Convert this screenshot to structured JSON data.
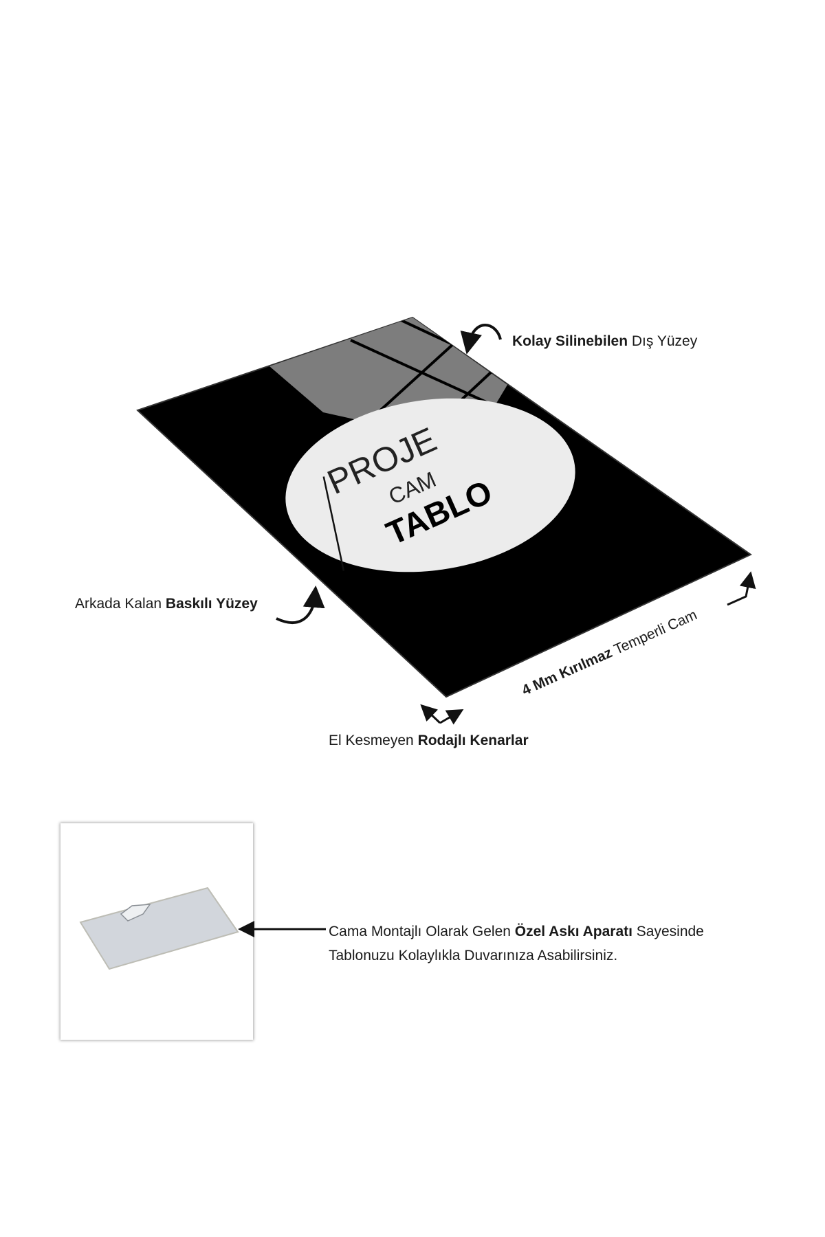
{
  "logo": {
    "line1": "PROJE",
    "line2": "CAM",
    "line3": "TABLO"
  },
  "callouts": {
    "outer_surface": {
      "bold": "Kolay Silinebilen",
      "rest": " Dış Yüzey"
    },
    "printed_surface": {
      "rest": "Arkada Kalan ",
      "bold": "Baskılı Yüzey"
    },
    "glass": {
      "bold": "4 Mm Kırılmaz",
      "rest": " Temperli Cam"
    },
    "edges": {
      "rest": "El Kesmeyen ",
      "bold": "Rodajlı Kenarlar"
    }
  },
  "hanger": {
    "line1_a": "Cama Montajlı Olarak Gelen ",
    "line1_b": "Özel Askı Aparatı",
    "line1_c": " Sayesinde",
    "line2": "Tablonuzu Kolaylıkla Duvarınıza Asabilirsiniz."
  }
}
